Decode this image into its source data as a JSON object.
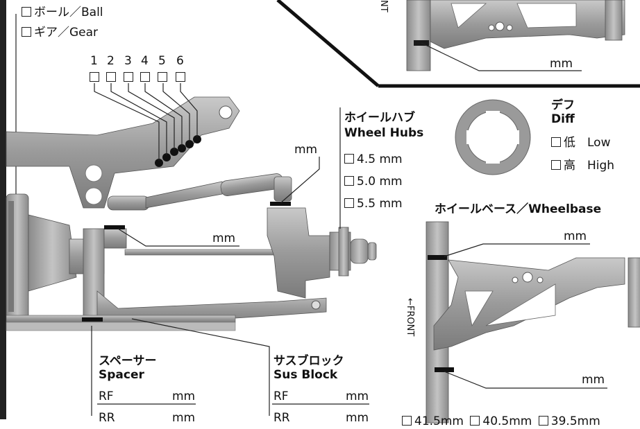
{
  "diff_type": {
    "ball": "ボール／Ball",
    "gear": "ギア／Gear"
  },
  "camber_positions": [
    "1",
    "2",
    "3",
    "4",
    "5",
    "6"
  ],
  "top_inset": {
    "front_text": "NT",
    "unit": "mm"
  },
  "wheel_hubs": {
    "title_jp": "ホイールハブ",
    "title_en": "Wheel Hubs",
    "options": [
      "4.5 mm",
      "5.0 mm",
      "5.5 mm"
    ]
  },
  "hub_spacer_unit": "mm",
  "upper_spacer_unit": "mm",
  "diff_option": {
    "title_jp": "デフ",
    "title_en": "Diff",
    "low": "低　Low",
    "high": "高　High"
  },
  "wheelbase": {
    "title": "ホイールベース／Wheelbase",
    "top_unit": "mm",
    "bottom_unit": "mm",
    "front_label": "←FRONT",
    "options": [
      "41.5mm",
      "40.5mm",
      "39.5mm"
    ]
  },
  "spacer": {
    "title_jp": "スペーサー",
    "title_en": "Spacer",
    "rows": [
      {
        "label": "RF",
        "unit": "mm"
      },
      {
        "label": "RR",
        "unit": "mm"
      }
    ]
  },
  "sus_block": {
    "title_jp": "サスブロック",
    "title_en": "Sus Block",
    "rows": [
      {
        "label": "RF",
        "unit": "mm"
      },
      {
        "label": "RR",
        "unit": "mm"
      }
    ]
  }
}
